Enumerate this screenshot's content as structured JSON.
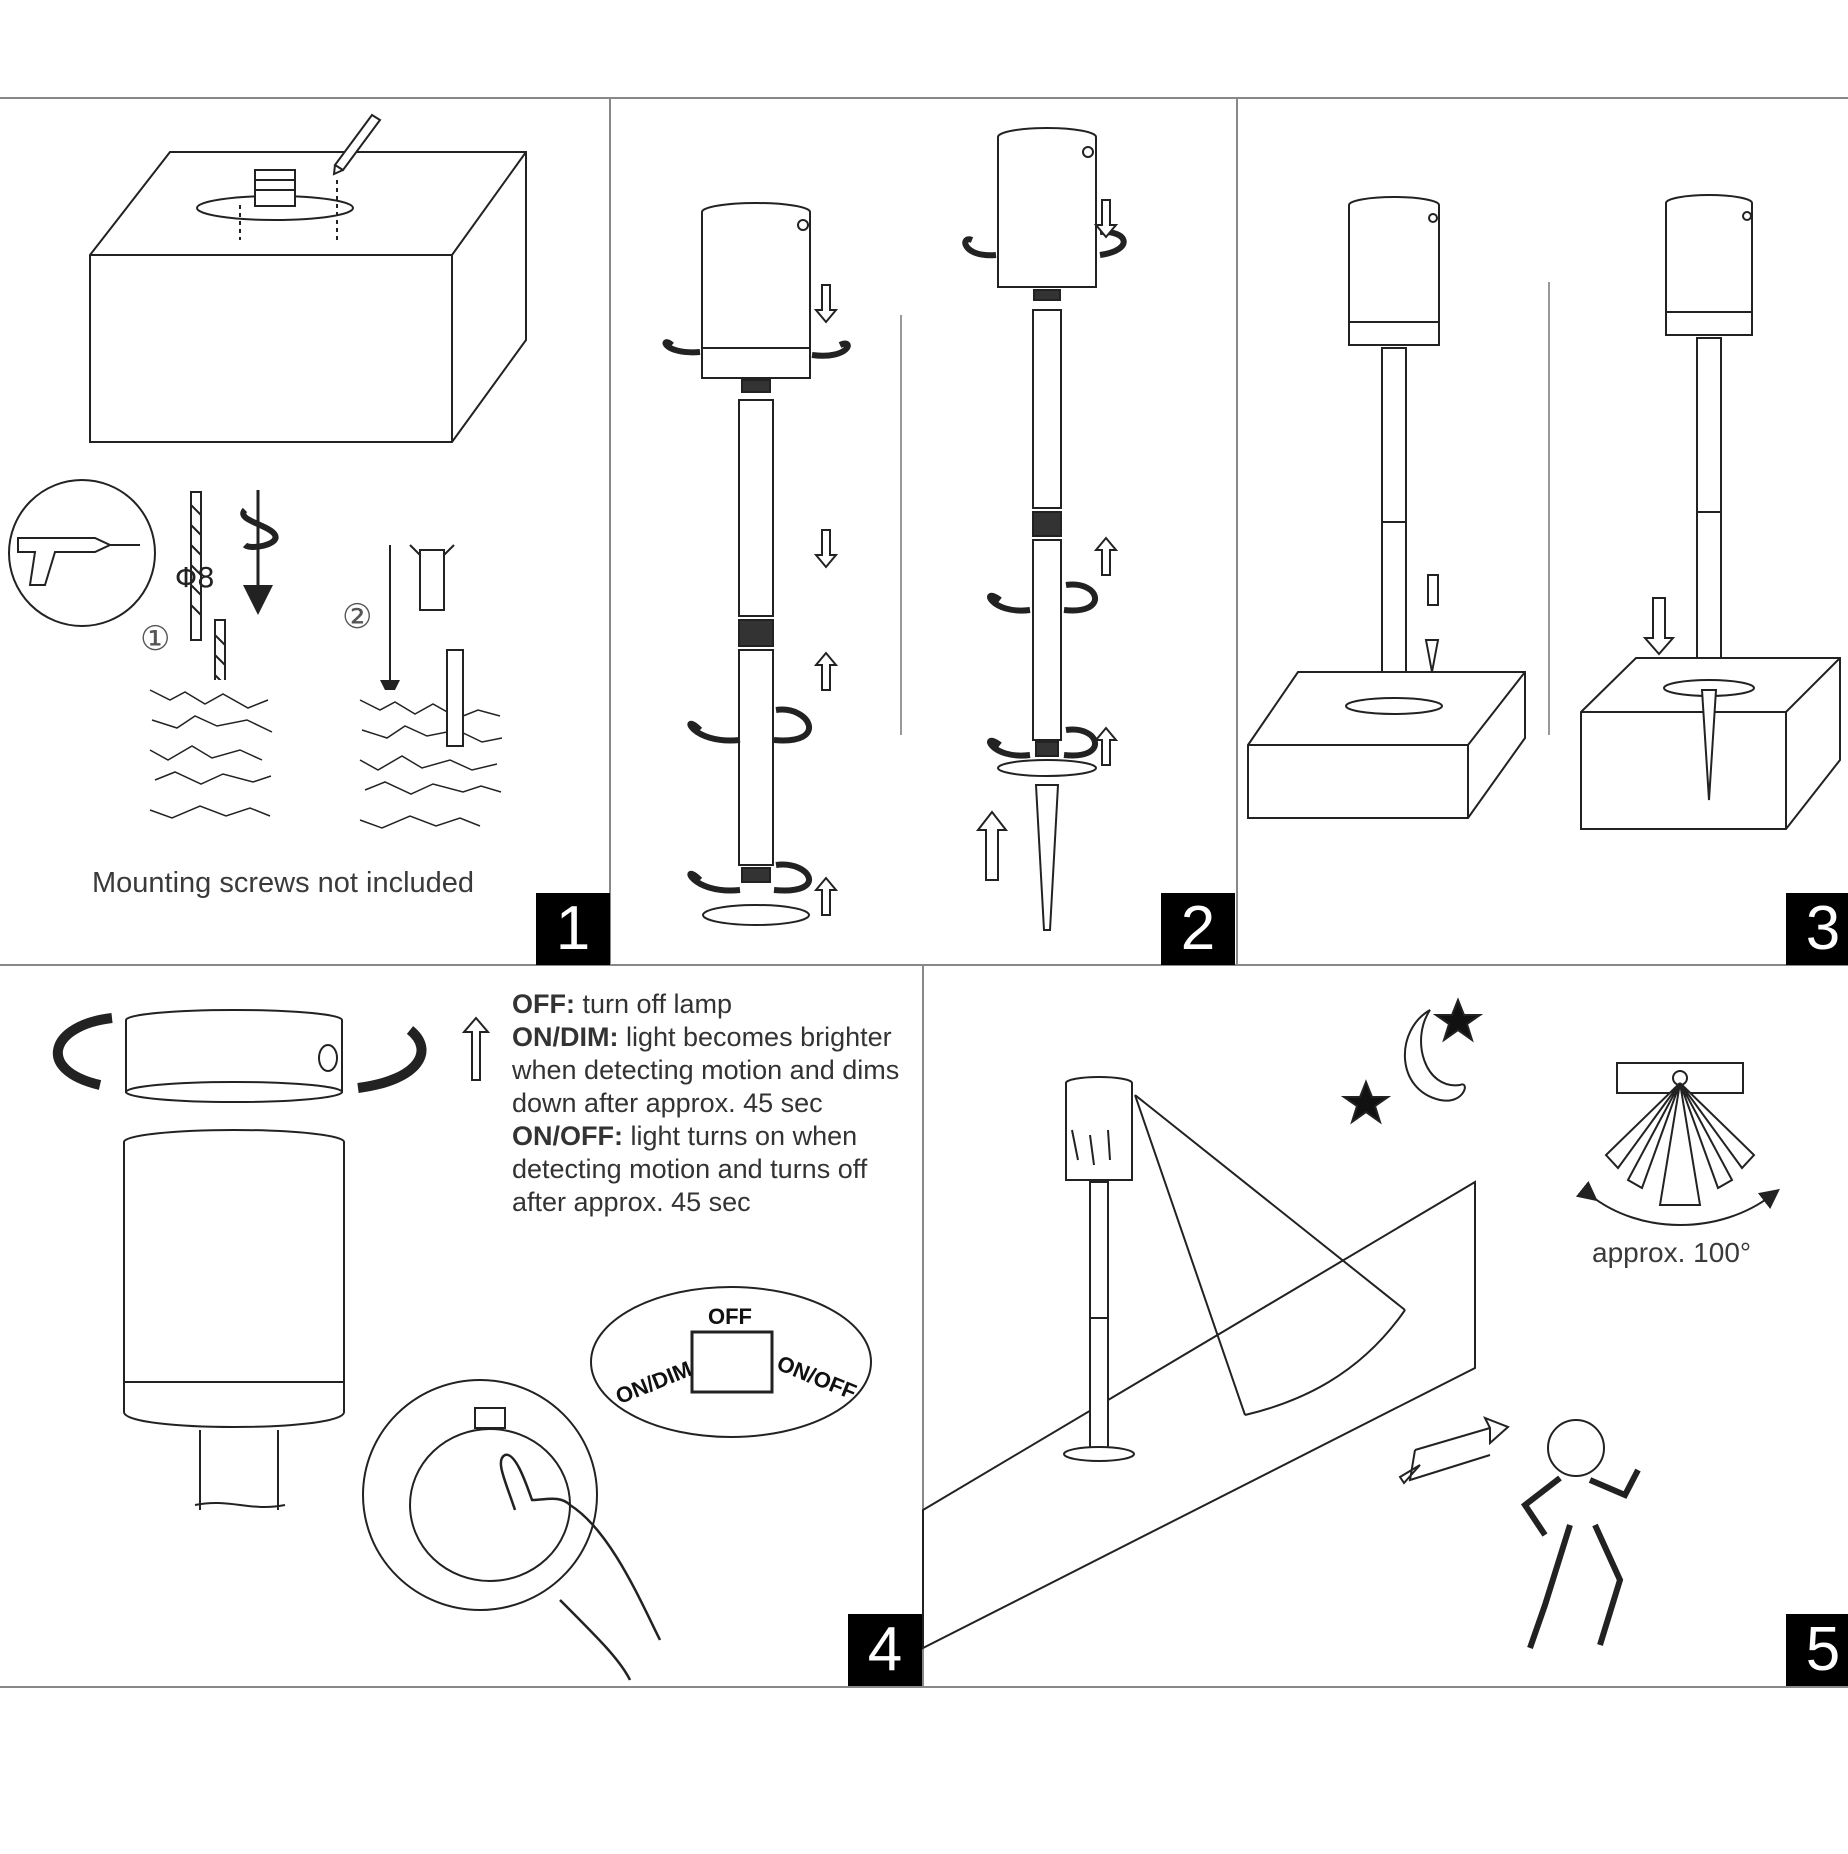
{
  "step_numbers": [
    "1",
    "2",
    "3",
    "4",
    "5"
  ],
  "panel1": {
    "note": "Mounting screws not included",
    "drill_size": "Φ8",
    "marker_1": "①",
    "marker_2": "②"
  },
  "panel4": {
    "modes": [
      {
        "label": "OFF:",
        "text": " turn off lamp"
      },
      {
        "label": "ON/DIM:",
        "text": " light becomes brighter when detecting motion and dims down after approx. 45 sec"
      },
      {
        "label": "ON/OFF:",
        "text": " light turns on when detecting motion and turns off after approx. 45 sec"
      }
    ],
    "switch_labels": {
      "off": "OFF",
      "on_dim": "ON/DIM",
      "on_off": "ON/OFF"
    }
  },
  "panel5": {
    "angle": "approx. 100°"
  }
}
